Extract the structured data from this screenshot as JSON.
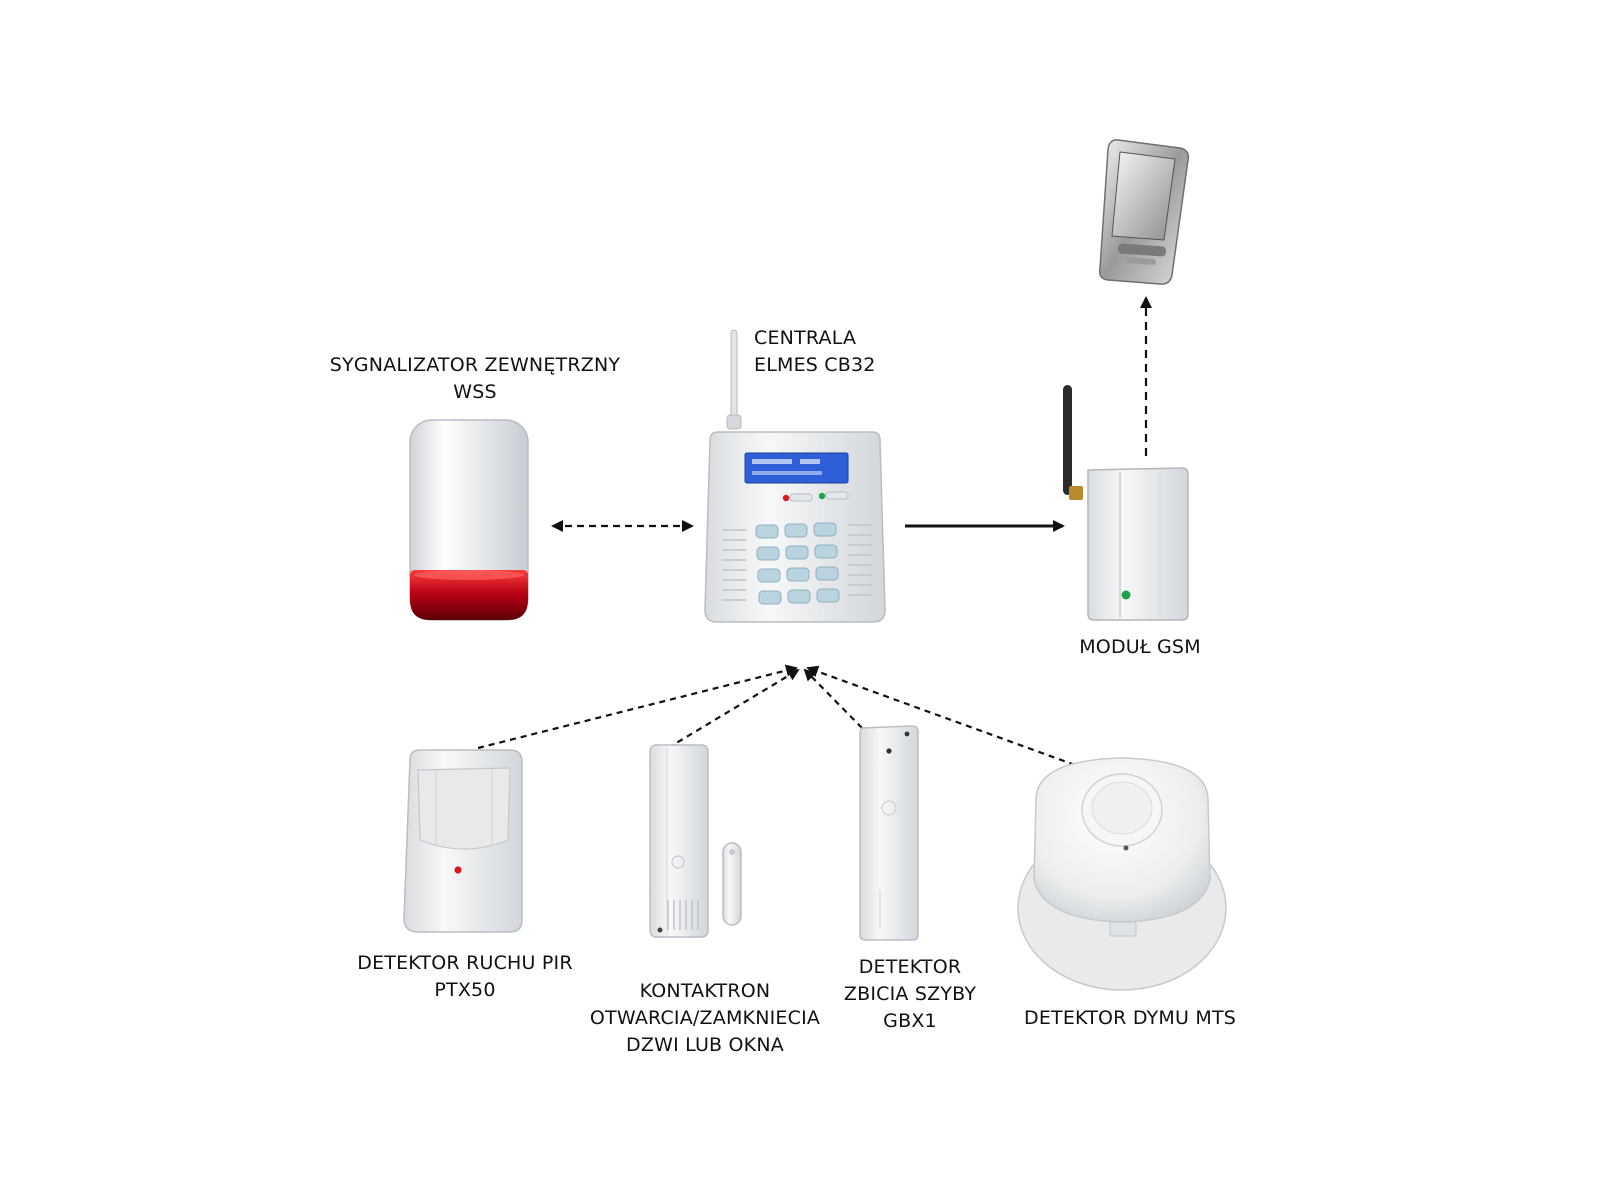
{
  "devices": {
    "siren": {
      "label": "SYGNALIZATOR ZEWNĘTRZNY\nWSS",
      "icon": "outdoor-siren-icon"
    },
    "panel": {
      "label": "CENTRALA\nELMES CB32",
      "icon": "alarm-control-panel-keypad-icon"
    },
    "gsm": {
      "label": "MODUŁ GSM",
      "icon": "gsm-module-icon"
    },
    "phone": {
      "icon": "mobile-phone-icon"
    },
    "pir": {
      "label": "DETEKTOR RUCHU PIR\nPTX50",
      "icon": "pir-motion-detector-icon"
    },
    "contact": {
      "label": "KONTAKTRON\nOTWARCIA/ZAMKNIECIA\nDZWI LUB OKNA",
      "icon": "door-window-contact-icon"
    },
    "glass": {
      "label": "DETEKTOR\nZBICIA SZYBY\nGBX1",
      "icon": "glass-break-detector-icon"
    },
    "smoke": {
      "label": "DETEKTOR DYMU MTS",
      "icon": "smoke-detector-icon"
    }
  },
  "colors": {
    "device_body": "#eef0f1",
    "siren_red": "#c8101c",
    "lcd_blue": "#2e5fd8",
    "keypad_key": "#b9d3df",
    "arrow": "#111111",
    "led_green": "#1fa24a",
    "led_red": "#d81a1a"
  }
}
